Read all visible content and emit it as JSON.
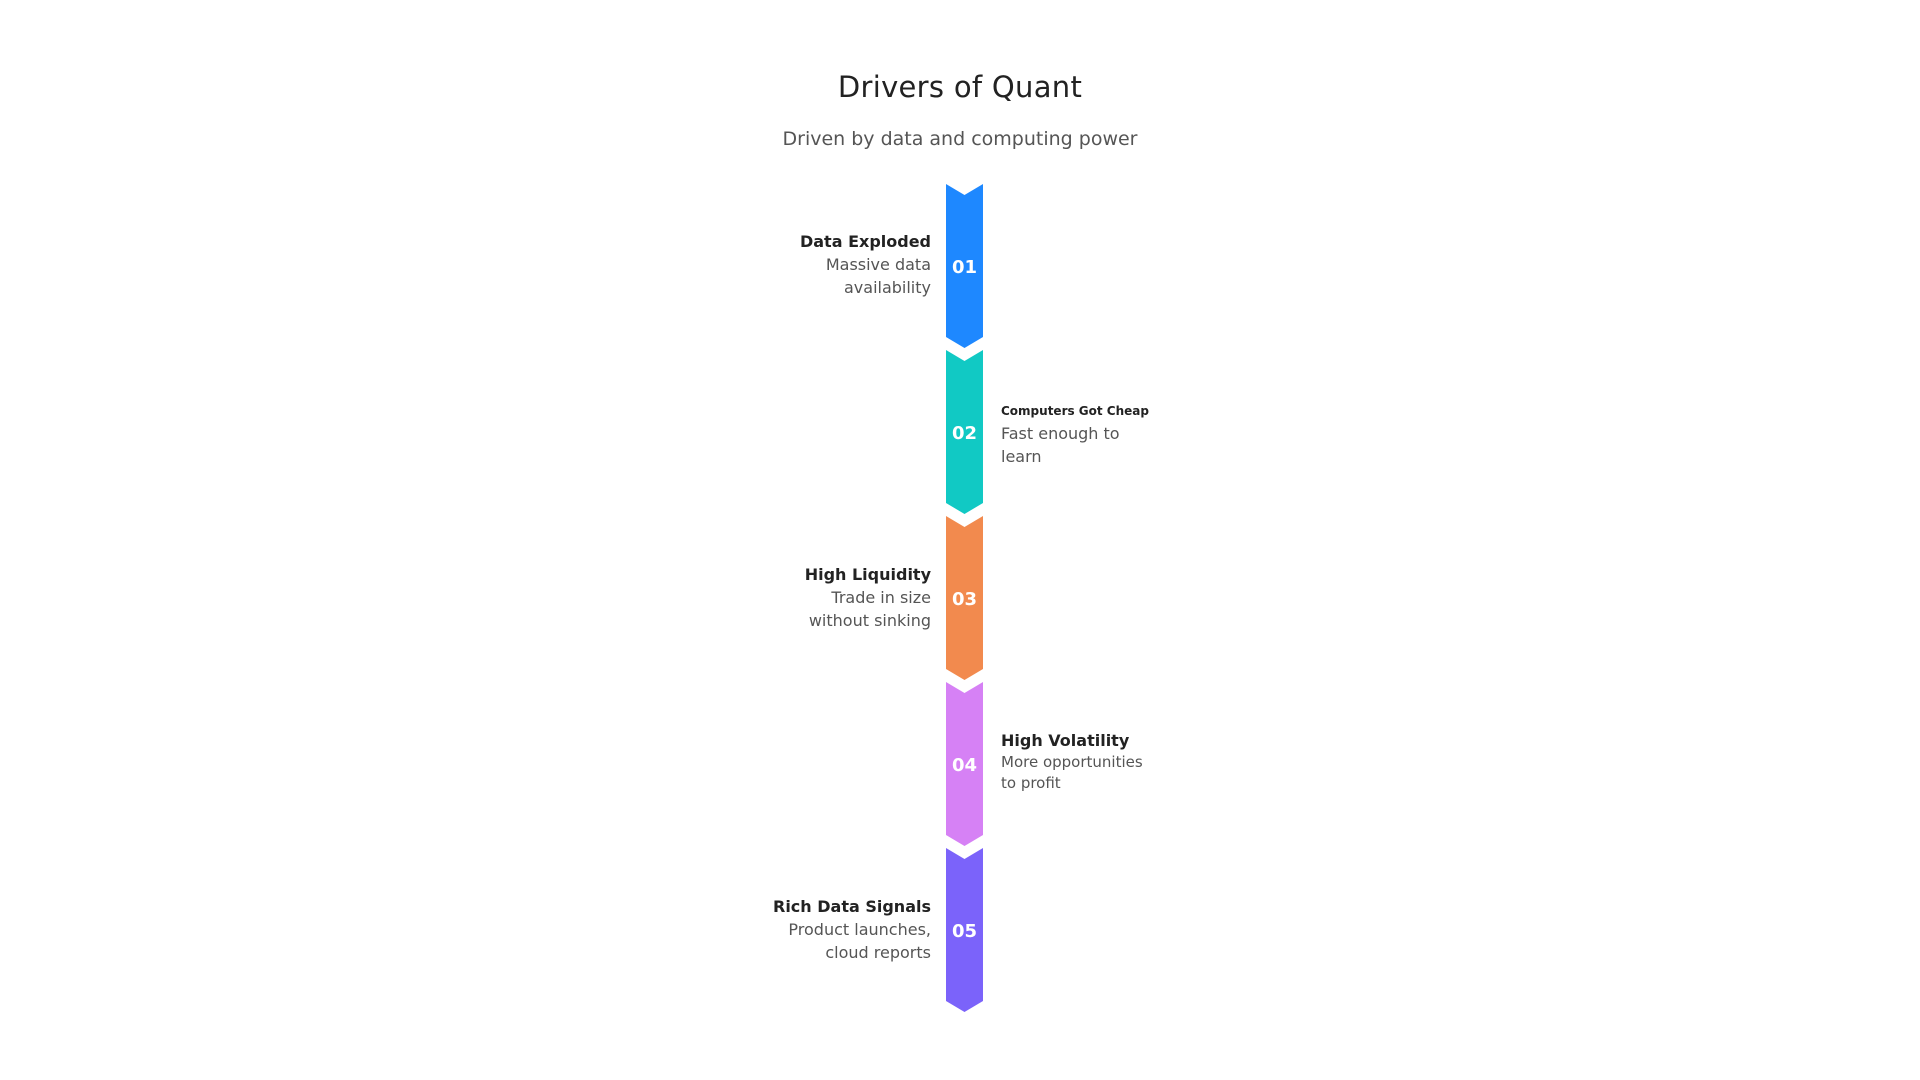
{
  "title": "Drivers of Quant",
  "subtitle": "Driven by data and computing power",
  "steps": [
    {
      "number": "01",
      "heading": "Data Exploded",
      "description": [
        "Massive data",
        "availability"
      ],
      "color": "#1E88FF",
      "side": "left"
    },
    {
      "number": "02",
      "heading": "Computers Got Cheap",
      "description": [
        "Fast enough to",
        "learn"
      ],
      "color": "#11C9C4",
      "side": "right"
    },
    {
      "number": "03",
      "heading": "High Liquidity",
      "description": [
        "Trade in size",
        "without sinking"
      ],
      "color": "#F28A4E",
      "side": "left"
    },
    {
      "number": "04",
      "heading": "High Volatility",
      "description": [
        "More opportunities",
        "to profit"
      ],
      "color": "#D681F5",
      "side": "right"
    },
    {
      "number": "05",
      "heading": "Rich Data Signals",
      "description": [
        "Product launches,",
        "cloud reports"
      ],
      "color": "#7B63FA",
      "side": "left"
    }
  ]
}
